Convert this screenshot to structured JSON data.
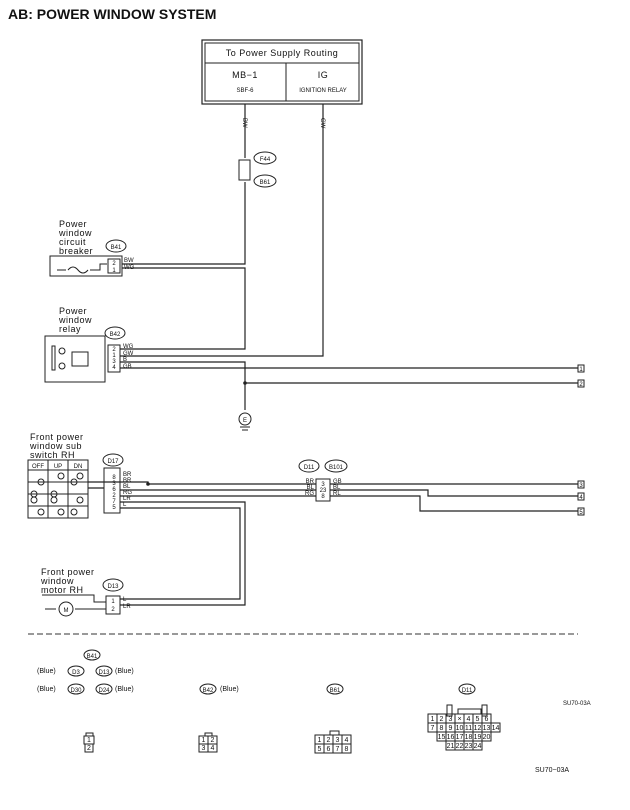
{
  "title": "AB:  POWER WINDOW SYSTEM",
  "supply": {
    "header": "To Power Supply Routing",
    "left1": "MB−1",
    "left2": "SBF-6",
    "right1": "IG",
    "right2": "IGNITION RELAY"
  },
  "wires": {
    "bw": "BW",
    "gw": "GW",
    "wg": "WG",
    "b": "B",
    "gb": "GB",
    "br": "BR",
    "bl": "BL",
    "rg": "RG",
    "lr": "LR",
    "l": "L",
    "rl": "RL"
  },
  "connectors": {
    "f44": "F44",
    "b61": "B61",
    "b41": "B41",
    "b42": "B42",
    "d17": "D17",
    "d11": "D11",
    "b101": "B101",
    "d13": "D13",
    "d3": "D3",
    "d30": "D30",
    "d24": "D24",
    "e": "E"
  },
  "components": {
    "breaker": [
      "Power",
      "window",
      "circuit",
      "breaker"
    ],
    "relay": [
      "Power",
      "window",
      "relay"
    ],
    "subswitch": [
      "Front power",
      "window sub",
      "switch RH"
    ],
    "motor": [
      "Front power",
      "window",
      "motor RH"
    ]
  },
  "switch_cols": [
    "OFF",
    "UP",
    "DN"
  ],
  "pins": {
    "b41": [
      "2",
      "1"
    ],
    "b42": [
      "2",
      "1",
      "3",
      "4"
    ],
    "d17": [
      "8",
      "3",
      "6",
      "2",
      "7",
      "5"
    ],
    "d11": [
      "3",
      "23",
      "8"
    ],
    "d13": [
      "1",
      "2"
    ]
  },
  "outputs": [
    "1",
    "2",
    "3",
    "4",
    "5"
  ],
  "legend": {
    "blue": "(Blue)",
    "b42blue": "(Blue)"
  },
  "conn_views": {
    "c2": [
      "1",
      "2"
    ],
    "c4": [
      "1",
      "2",
      "3",
      "4"
    ],
    "c8": [
      "1",
      "2",
      "3",
      "4",
      "5",
      "6",
      "7",
      "8"
    ],
    "d11r1": [
      "1",
      "2",
      "3",
      "4",
      "5",
      "6"
    ],
    "d11r2": [
      "7",
      "8",
      "9",
      "10",
      "11",
      "12",
      "13",
      "14"
    ],
    "d11r3": [
      "15",
      "16",
      "17",
      "18",
      "19",
      "20"
    ],
    "d11r4": [
      "21",
      "22",
      "23",
      "24"
    ]
  },
  "code1": "SU70-03A",
  "code2": "SU70−03A"
}
